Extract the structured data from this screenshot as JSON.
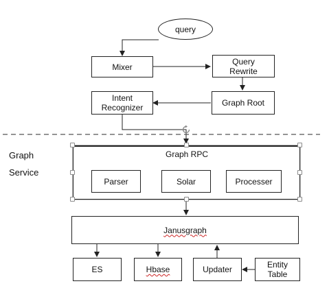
{
  "nodes": {
    "query": "query",
    "mixer": "Mixer",
    "query_rewrite_line1": "Query",
    "query_rewrite_line2": "Rewrite",
    "graph_root": "Graph Root",
    "intent_line1": "Intent",
    "intent_line2": "Recognizer",
    "graph_rpc": "Graph RPC",
    "parser": "Parser",
    "solar": "Solar",
    "processer": "Processer",
    "janusgraph": "Janusgraph",
    "es": "ES",
    "hbase": "Hbase",
    "updater": "Updater",
    "entity_line1": "Entity",
    "entity_line2": "Table"
  },
  "section_label": {
    "line1": "Graph",
    "line2": "Service"
  },
  "colors": {
    "line": "#222222",
    "dashed": "#555555",
    "selection": "#8a8a8a",
    "spellcheck": "#cc2222"
  }
}
